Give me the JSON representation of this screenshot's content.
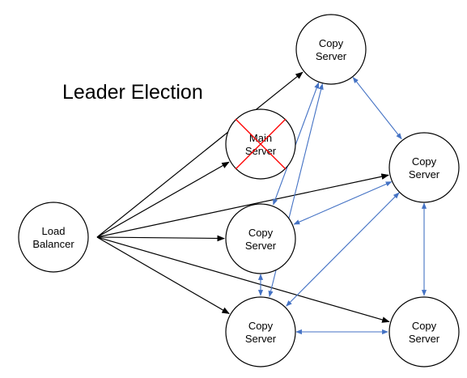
{
  "diagram": {
    "title": "Leader Election",
    "nodes": {
      "load_balancer": {
        "lines": [
          "Load",
          "Balancer"
        ]
      },
      "main_server": {
        "lines": [
          "Main",
          "Server"
        ],
        "status": "failed"
      },
      "copy_top": {
        "lines": [
          "Copy",
          "Server"
        ]
      },
      "copy_right": {
        "lines": [
          "Copy",
          "Server"
        ]
      },
      "copy_mid": {
        "lines": [
          "Copy",
          "Server"
        ]
      },
      "copy_bottom": {
        "lines": [
          "Copy",
          "Server"
        ]
      },
      "copy_bottom_right": {
        "lines": [
          "Copy",
          "Server"
        ]
      }
    },
    "edges": {
      "requests": [
        [
          "load_balancer",
          "copy_top"
        ],
        [
          "load_balancer",
          "main_server"
        ],
        [
          "load_balancer",
          "copy_right"
        ],
        [
          "load_balancer",
          "copy_mid"
        ],
        [
          "load_balancer",
          "copy_bottom"
        ],
        [
          "load_balancer",
          "copy_bottom_right"
        ]
      ],
      "election": [
        [
          "copy_top",
          "copy_right"
        ],
        [
          "copy_top",
          "copy_mid"
        ],
        [
          "copy_top",
          "copy_bottom"
        ],
        [
          "copy_right",
          "copy_mid"
        ],
        [
          "copy_right",
          "copy_bottom"
        ],
        [
          "copy_right",
          "copy_bottom_right"
        ],
        [
          "copy_mid",
          "copy_bottom"
        ],
        [
          "copy_bottom",
          "copy_bottom_right"
        ]
      ]
    },
    "colors": {
      "request_arrow": "#000000",
      "election_arrow": "#4472c4",
      "failed_mark": "#ff0000",
      "node_stroke": "#000000"
    }
  }
}
